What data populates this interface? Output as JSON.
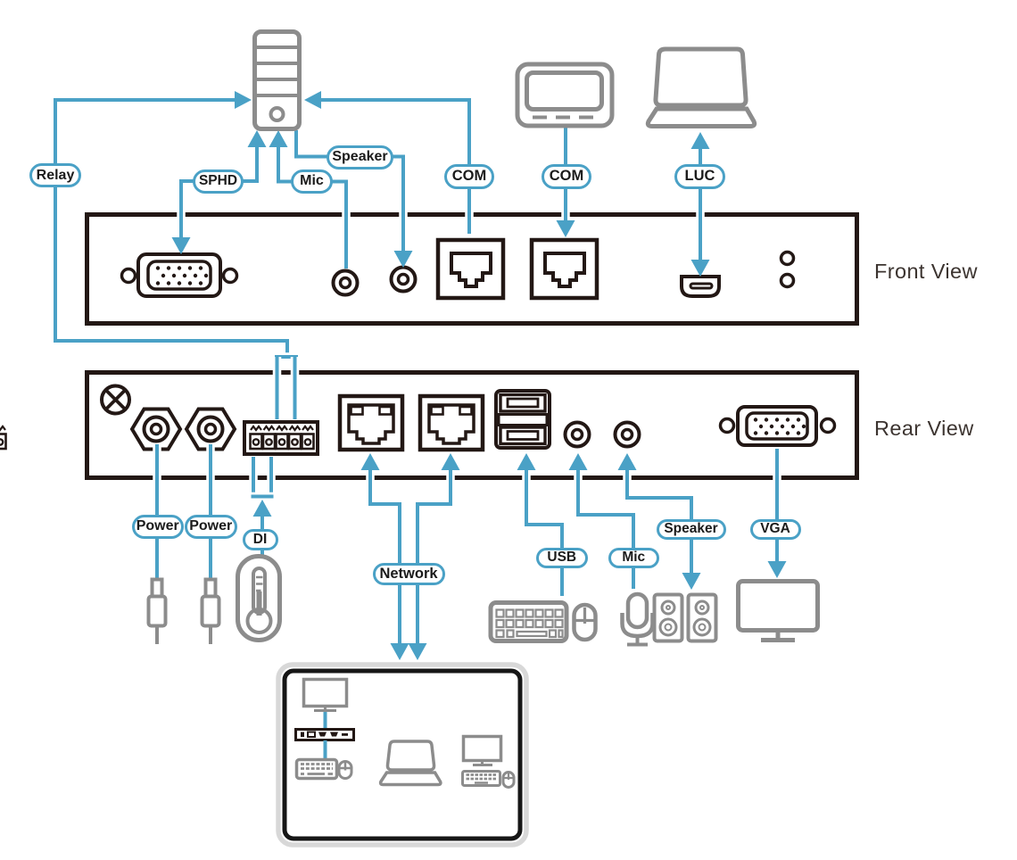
{
  "diagram": {
    "views": {
      "front": "Front View",
      "rear": "Rear View"
    },
    "connection_labels": {
      "relay": "Relay",
      "sphd": "SPHD",
      "mic_front": "Mic",
      "speaker_front": "Speaker",
      "com_1": "COM",
      "com_2": "COM",
      "luc": "LUC",
      "power_1": "Power",
      "power_2": "Power",
      "di": "DI",
      "network": "Network",
      "usb": "USB",
      "mic_rear": "Mic",
      "speaker_rear": "Speaker",
      "vga": "VGA"
    },
    "colors": {
      "line_blue": "#4AA1C6",
      "panel_dark": "#231815",
      "device_gray": "#8C8C8C",
      "label_text": "#1B1B1B",
      "view_label_text": "#3C3430",
      "box_outer_border": "#D8D8D8",
      "box_inner_border": "#161616",
      "background": "#FFFFFF"
    },
    "icons": [
      "desktop-pc-icon",
      "com-device-icon",
      "laptop-icon",
      "vga-port-icon",
      "audio-jack-icon",
      "rj45-port-icon",
      "mini-hdmi-port-icon",
      "ground-screw-icon",
      "dc-power-jack-icon",
      "terminal-block-icon",
      "usb-port-icon",
      "power-plug-icon",
      "di-sensor-icon",
      "keyboard-icon",
      "mouse-icon",
      "microphone-icon",
      "speakers-icon",
      "monitor-icon",
      "kvm-switch-icon",
      "network-devices-box",
      "arrow-icon"
    ]
  }
}
